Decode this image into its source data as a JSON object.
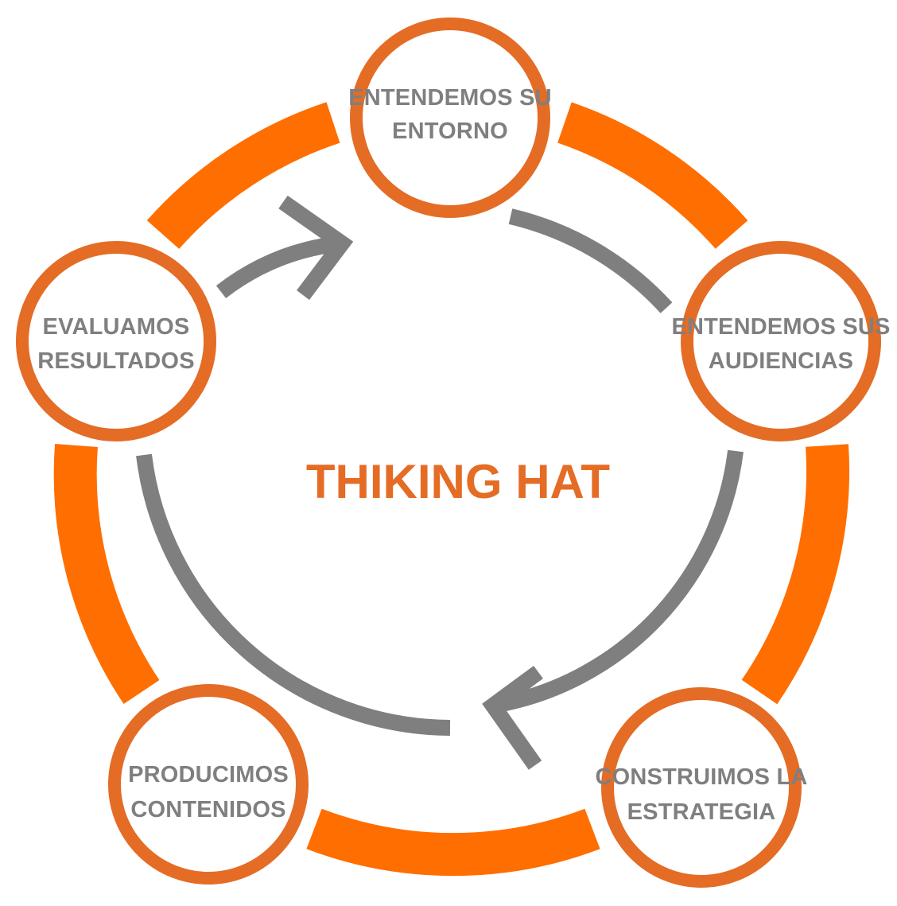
{
  "diagram": {
    "title": "THIKING HAT",
    "steps": [
      {
        "line1": "ENTENDEMOS SU",
        "line2": "ENTORNO"
      },
      {
        "line1": "ENTENDEMOS SUS",
        "line2": "AUDIENCIAS"
      },
      {
        "line1": "CONSTRUIMOS LA",
        "line2": "ESTRATEGIA"
      },
      {
        "line1": "PRODUCIMOS",
        "line2": "CONTENIDOS"
      },
      {
        "line1": "EVALUAMOS",
        "line2": "RESULTADOS"
      }
    ]
  },
  "colors": {
    "ring_orange": "#ff6e00",
    "node_border": "#e46c25",
    "arrow_gray": "#7f7f7f",
    "text_gray": "#7f7f7f",
    "title_orange": "#e46c25"
  },
  "icons": [
    "cycle-arrow-icon"
  ]
}
